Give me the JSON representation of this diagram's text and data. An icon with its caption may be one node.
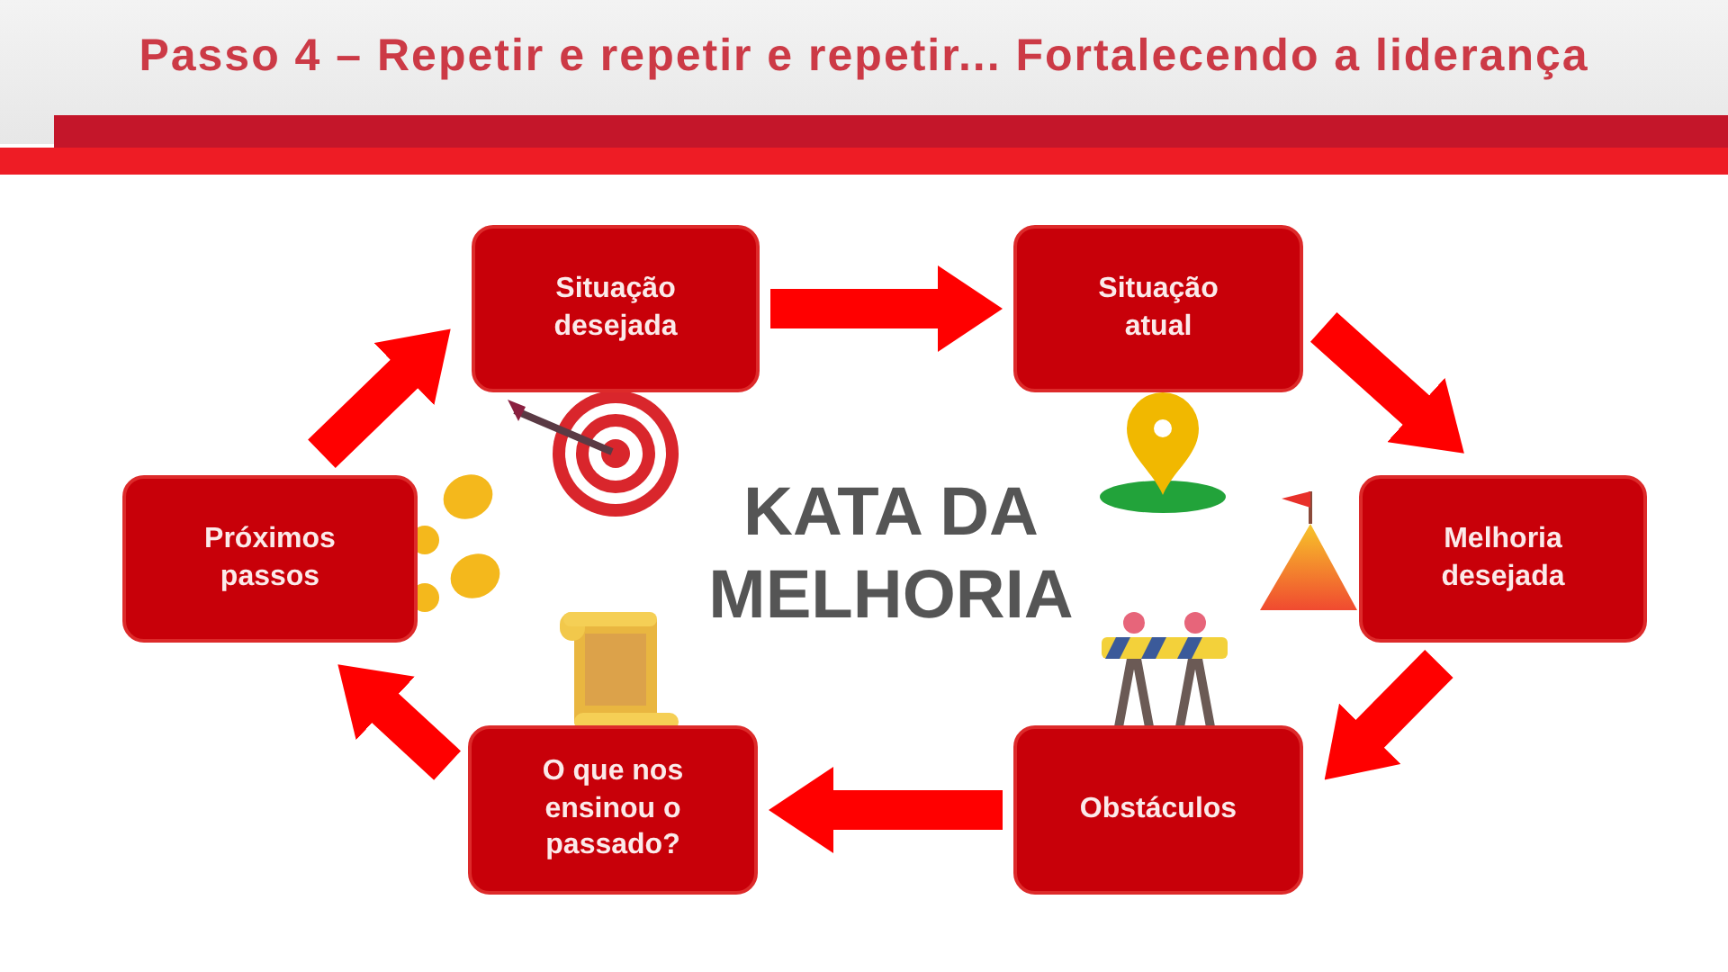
{
  "diagram": {
    "title": "Passo 4 – Repetir e repetir e repetir... Fortalecendo a liderança",
    "nodes": [
      {
        "text": [
          "Situação desejada"
        ]
      },
      {
        "text": [
          "Situação atual"
        ]
      },
      {
        "text": [
          "Próximos passos"
        ]
      },
      {
        "text": [
          "Melhoria desejada"
        ]
      },
      {
        "text": [
          "O que nos ensinou o passado?"
        ]
      },
      {
        "text": [
          "Obstáculos"
        ]
      }
    ],
    "edges": [
      {
        "from": 0,
        "to": 1,
        "arrow": "to"
      },
      {
        "from": 1,
        "to": 3,
        "arrow": "to"
      },
      {
        "from": 3,
        "to": 5,
        "arrow": "to"
      },
      {
        "from": 5,
        "to": 4,
        "arrow": "to"
      },
      {
        "from": 4,
        "to": 2,
        "arrow": "to"
      },
      {
        "from": 2,
        "to": 0,
        "arrow": "to"
      }
    ],
    "labels": [
      "KATA DA MELHORIA"
    ]
  }
}
